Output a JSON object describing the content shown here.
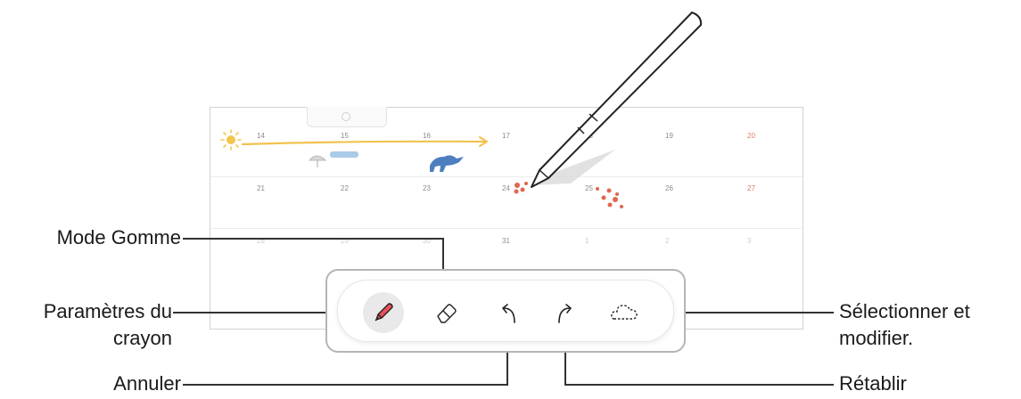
{
  "calendar": {
    "week1": [
      "14",
      "15",
      "16",
      "17",
      "18",
      "19",
      "20"
    ],
    "week2": [
      "21",
      "22",
      "23",
      "24",
      "25",
      "26",
      "27"
    ],
    "week3": [
      "28",
      "29",
      "30",
      "31",
      "1",
      "2",
      "3"
    ]
  },
  "toolbar": {
    "tools": [
      {
        "id": "pen-settings",
        "icon": "pen-icon"
      },
      {
        "id": "eraser",
        "icon": "eraser-icon"
      },
      {
        "id": "undo",
        "icon": "undo-icon"
      },
      {
        "id": "redo",
        "icon": "redo-icon"
      },
      {
        "id": "select",
        "icon": "lasso-select-icon"
      }
    ]
  },
  "callouts": {
    "eraser_mode": "Mode Gomme",
    "pen_settings_line1": "Paramètres du",
    "pen_settings_line2": "crayon",
    "undo": "Annuler",
    "select_line1": "Sélectionner et",
    "select_line2": "modifier.",
    "redo": "Rétablir"
  },
  "colors": {
    "accent_pen": "#e8505b",
    "line": "#333333",
    "toolbar_border": "#b5b5b5",
    "weekend": "#e07a6a"
  }
}
